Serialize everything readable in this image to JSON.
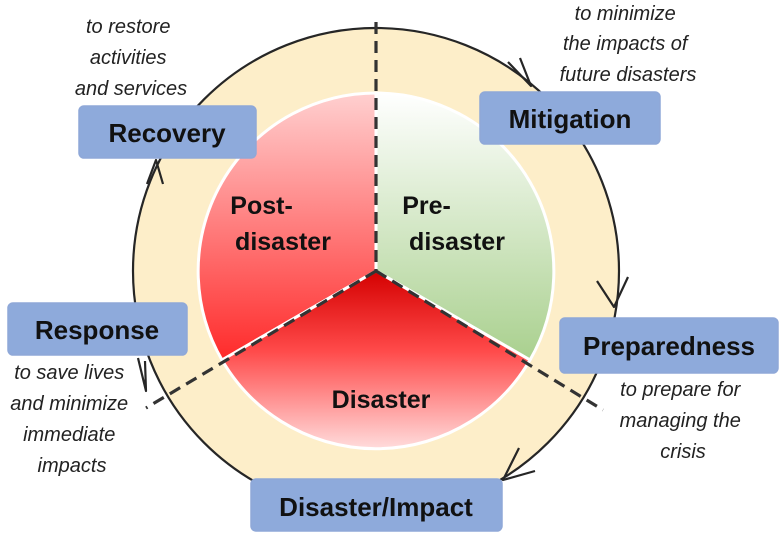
{
  "colors": {
    "ring_fill": "#fdeec9",
    "ring_stroke": "#262626",
    "box_fill": "#8eaadb",
    "predisaster_top": "#ffffff",
    "predisaster_bottom": "#a9d08e",
    "red_light": "#ffd0d0",
    "red_strong": "#ff2a2a",
    "dash": "#333333"
  },
  "segments": {
    "post_disaster": [
      "Post-",
      "disaster"
    ],
    "pre_disaster": [
      "Pre-",
      "disaster"
    ],
    "disaster": "Disaster"
  },
  "stages": {
    "recovery": "Recovery",
    "mitigation": "Mitigation",
    "preparedness": "Preparedness",
    "disaster_impact": "Disaster/Impact",
    "response": "Response"
  },
  "notes": {
    "recovery": [
      "to restore",
      "activities",
      "and services"
    ],
    "mitigation": [
      "to minimize",
      "the impacts of",
      "future disasters"
    ],
    "preparedness": [
      "to prepare for",
      "managing the",
      "crisis"
    ],
    "response": [
      "to save lives",
      "and minimize",
      "immediate",
      "impacts"
    ]
  }
}
